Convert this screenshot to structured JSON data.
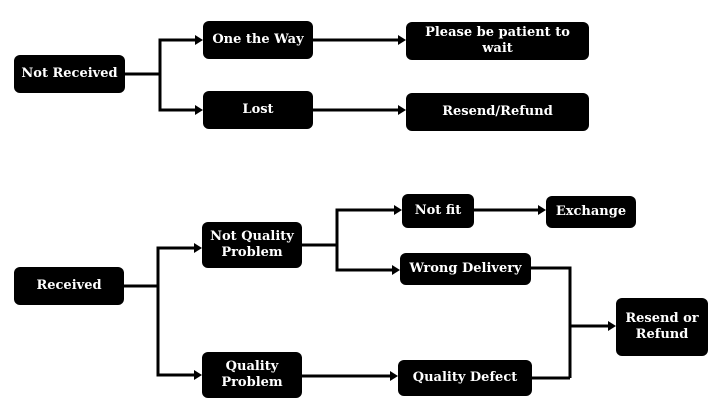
{
  "nodes": {
    "not_received": "Not Received",
    "on_the_way": "One the Way",
    "lost": "Lost",
    "please_wait": "Please be patient to wait",
    "resend_refund": "Resend/Refund",
    "received": "Received",
    "not_quality_problem": "Not Quality Problem",
    "quality_problem": "Quality Problem",
    "not_fit": "Not fit",
    "exchange": "Exchange",
    "wrong_delivery": "Wrong Delivery",
    "quality_defect": "Quality Defect",
    "resend_or_refund": "Resend or Refund"
  },
  "colors": {
    "box_fill": "#000000",
    "box_text": "#ffffff",
    "connector": "#000000",
    "background": "#ffffff"
  }
}
